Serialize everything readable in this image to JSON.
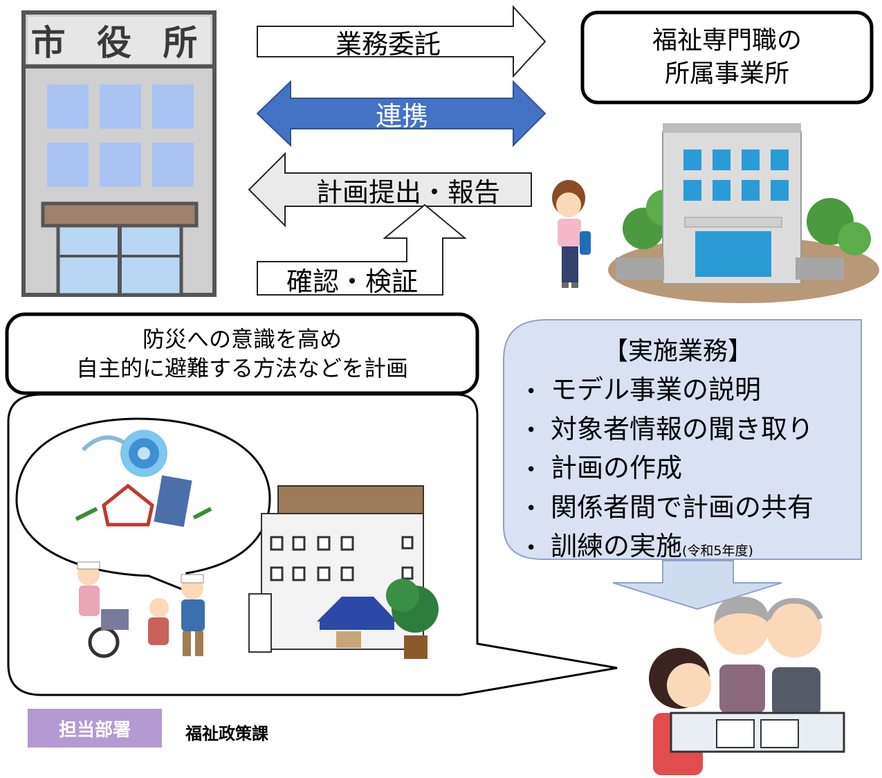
{
  "city_hall": {
    "sign": "市 役 所"
  },
  "arrows": {
    "outsourcing": "業務委託",
    "cooperation": "連携",
    "plan_report": "計画提出・報告",
    "verification": "確認・検証"
  },
  "welfare_office": {
    "label_line1": "福祉専門職の",
    "label_line2": "所属事業所"
  },
  "disaster_bubble": {
    "line1": "防災への意識を高め",
    "line2": "自主的に避難する方法などを計画"
  },
  "tasks": {
    "title": "【実施業務】",
    "bullet": "•",
    "items": [
      {
        "text": "モデル事業の説明",
        "note": ""
      },
      {
        "text": "対象者情報の聞き取り",
        "note": ""
      },
      {
        "text": "計画の作成",
        "note": ""
      },
      {
        "text": "関係者間で計画の共有",
        "note": ""
      },
      {
        "text": "訓練の実施",
        "note": "(令和5年度)"
      }
    ]
  },
  "department": {
    "badge": "担当部署",
    "name": "福祉政策課"
  },
  "colors": {
    "cooperation_arrow": "#4472c4",
    "tasks_box": "#d9e1f2",
    "badge": "#b39ad2"
  },
  "icons": [
    "city-hall-building",
    "office-building",
    "care-worker",
    "typhoon",
    "evacuation-shelter",
    "consultation-scene"
  ]
}
